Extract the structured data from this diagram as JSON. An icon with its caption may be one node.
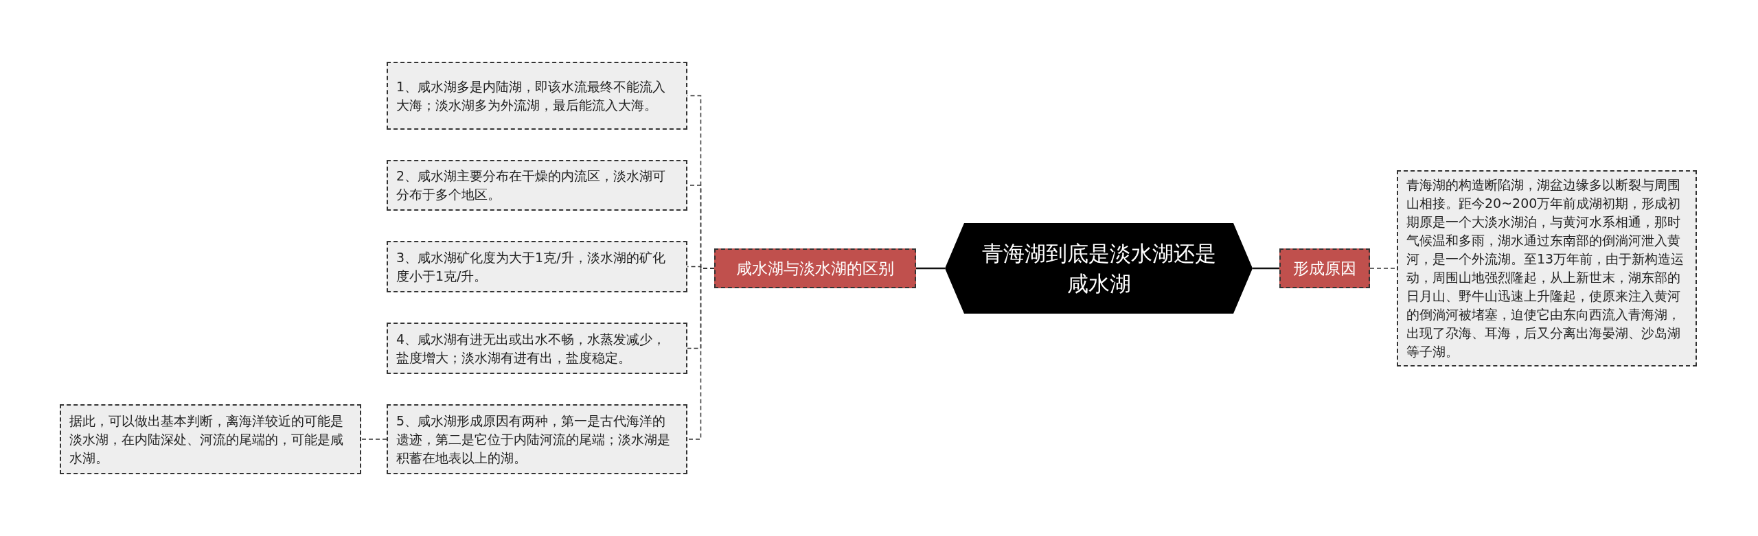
{
  "diagram": {
    "nodes": [
      {
        "text": [
          "青海湖到底是淡水湖还是咸水湖"
        ]
      },
      {
        "text": [
          "咸水湖与淡水湖的区别"
        ]
      },
      {
        "text": [
          "1、咸水湖多是内陆湖，即该水流最终不能流入大海；淡水湖多为外流湖，最后能流入大海。"
        ]
      },
      {
        "text": [
          "2、咸水湖主要分布在干燥的内流区，淡水湖可分布于多个地区。"
        ]
      },
      {
        "text": [
          "3、咸水湖矿化度为大于1克/升，淡水湖的矿化度小于1克/升。"
        ]
      },
      {
        "text": [
          "4、咸水湖有进无出或出水不畅，水蒸发减少，盐度增大；淡水湖有进有出，盐度稳定。"
        ]
      },
      {
        "text": [
          "5、咸水湖形成原因有两种，第一是古代海洋的遗迹，第二是它位于内陆河流的尾端；淡水湖是积蓄在地表以上的湖。"
        ]
      },
      {
        "text": [
          "据此，可以做出基本判断，离海洋较近的可能是淡水湖，在内陆深处、河流的尾端的，可能是咸水湖。"
        ]
      },
      {
        "text": [
          "形成原因"
        ]
      },
      {
        "text": [
          "青海湖的构造断陷湖，湖盆边缘多以断裂与周围山相接。距今20~200万年前成湖初期，形成初期原是一个大淡水湖泊，与黄河水系相通，那时气候温和多雨，湖水通过东南部的倒淌河泄入黄河，是一个外流湖。至13万年前，由于新构造运动，周围山地强烈隆起，从上新世末，湖东部的日月山、野牛山迅速上升隆起，使原来注入黄河的倒淌河被堵塞，迫使它由东向西流入青海湖，出现了尕海、耳海，后又分离出海晏湖、沙岛湖等子湖。"
        ]
      }
    ],
    "edges": [
      {
        "from": 0,
        "to": 1,
        "arrow": "none"
      },
      {
        "from": 1,
        "to": 2,
        "arrow": "none",
        "style": "dashed"
      },
      {
        "from": 1,
        "to": 3,
        "arrow": "none",
        "style": "dashed"
      },
      {
        "from": 1,
        "to": 4,
        "arrow": "none",
        "style": "dashed"
      },
      {
        "from": 1,
        "to": 5,
        "arrow": "none",
        "style": "dashed"
      },
      {
        "from": 1,
        "to": 6,
        "arrow": "none",
        "style": "dashed"
      },
      {
        "from": 6,
        "to": 7,
        "arrow": "none",
        "style": "dashed"
      },
      {
        "from": 0,
        "to": 8,
        "arrow": "none"
      },
      {
        "from": 8,
        "to": 9,
        "arrow": "none",
        "style": "dashed"
      }
    ]
  }
}
